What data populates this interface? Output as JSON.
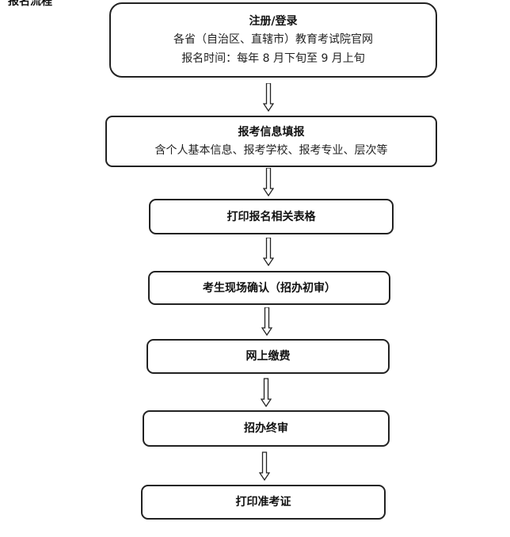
{
  "title": "报名流程",
  "steps": [
    {
      "heading": "注册/登录",
      "lines": [
        "各省（自治区、直辖市）教育考试院官网",
        "报名时间：每年 8 月下旬至 9 月上旬"
      ]
    },
    {
      "heading": "报考信息填报",
      "lines": [
        "含个人基本信息、报考学校、报考专业、层次等"
      ]
    },
    {
      "heading": "打印报名相关表格",
      "lines": []
    },
    {
      "heading": "考生现场确认（招办初审）",
      "lines": []
    },
    {
      "heading": "网上缴费",
      "lines": []
    },
    {
      "heading": "招办终审",
      "lines": []
    },
    {
      "heading": "打印准考证",
      "lines": []
    }
  ]
}
